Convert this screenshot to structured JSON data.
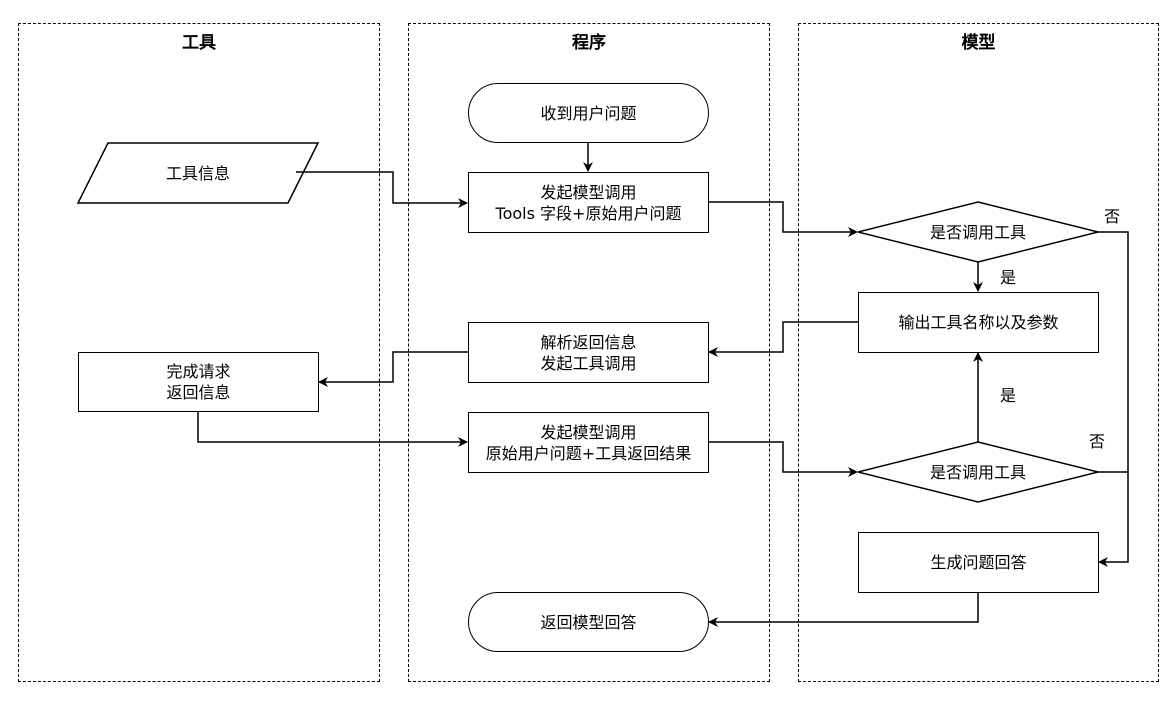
{
  "lanes": {
    "tool": "工具",
    "program": "程序",
    "model": "模型"
  },
  "nodes": {
    "tool_info": "工具信息",
    "receive_question": "收到用户问题",
    "call_model_1": {
      "line1": "发起模型调用",
      "line2": "Tools 字段+原始用户问题"
    },
    "decide_1": "是否调用工具",
    "output_tool": "输出工具名称以及参数",
    "parse_return": {
      "line1": "解析返回信息",
      "line2": "发起工具调用"
    },
    "complete_request": {
      "line1": "完成请求",
      "line2": "返回信息"
    },
    "call_model_2": {
      "line1": "发起模型调用",
      "line2": "原始用户问题+工具返回结果"
    },
    "decide_2": "是否调用工具",
    "generate_answer": "生成问题回答",
    "return_answer": "返回模型回答"
  },
  "edge_labels": {
    "yes_1": "是",
    "no_1": "否",
    "yes_2": "是",
    "no_2": "否"
  }
}
